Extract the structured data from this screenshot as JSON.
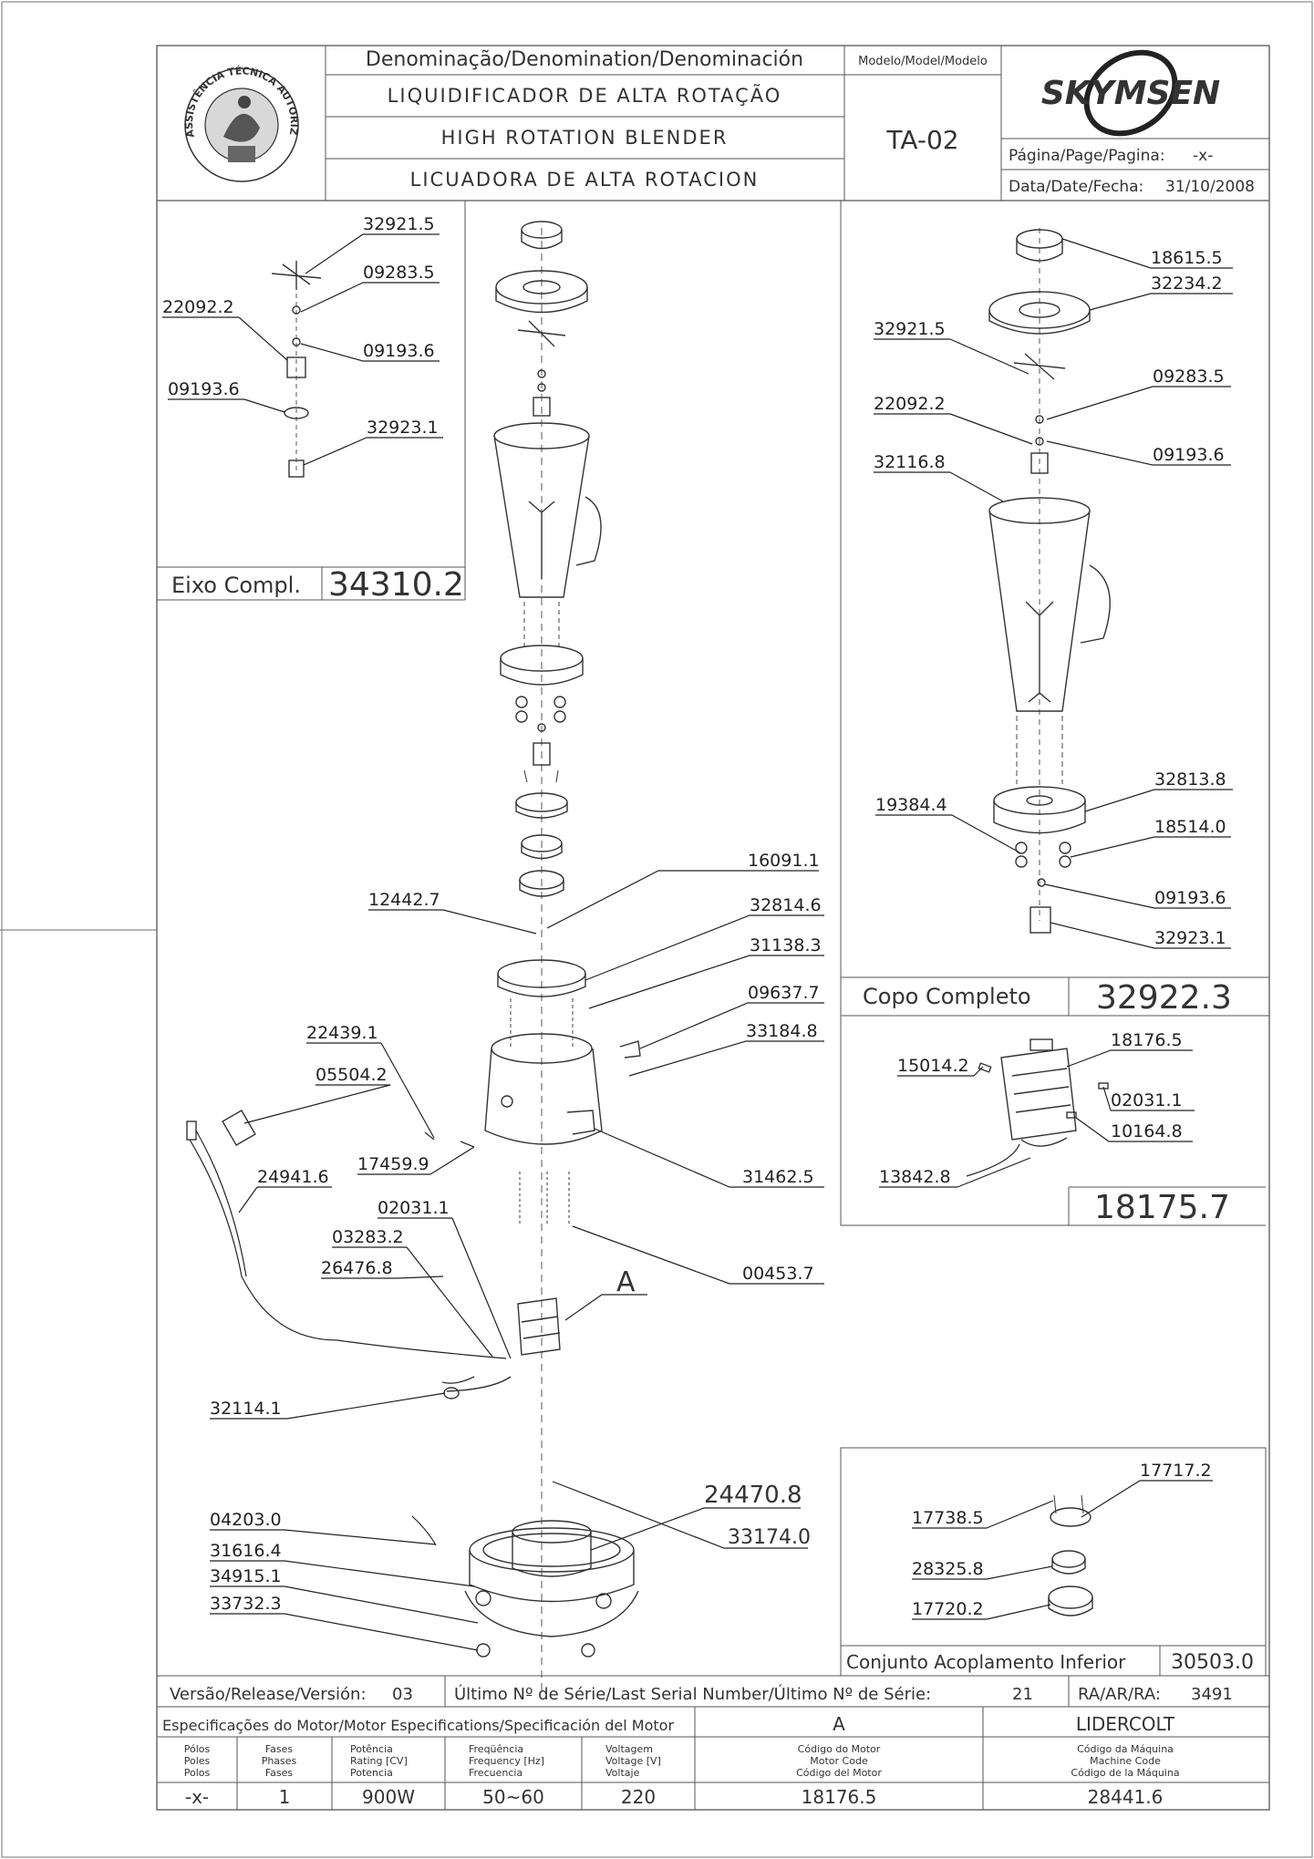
{
  "title_block": {
    "logo_text": "ASSISTÊNCIA TÉCNICA AUTORIZADA",
    "denomination_header": "Denominação/Denomination/Denominación",
    "name_pt": "LIQUIDIFICADOR DE ALTA ROTAÇÃO",
    "name_en": "HIGH ROTATION BLENDER",
    "name_es": "LICUADORA DE ALTA ROTACION",
    "model_header": "Modelo/Model/Modelo",
    "model": "TA-02",
    "brand": "SKYMSEN",
    "page_label": "Página/Page/Pagina:",
    "page_value": "-x-",
    "date_label": "Data/Date/Fecha:",
    "date_value": "31/10/2008"
  },
  "assemblies": {
    "shaft_label": "Eixo Compl.",
    "shaft_code": "34310.2",
    "cup_label": "Copo Completo",
    "cup_code": "32922.3",
    "motor_code": "18175.7",
    "coupling_label": "Conjunto Acoplamento Inferior",
    "coupling_code": "30503.0",
    "detail_marker": "A"
  },
  "shaft_parts": [
    "32921.5",
    "09283.5",
    "22092.2",
    "09193.6",
    "09193.6",
    "32923.1"
  ],
  "cup_parts": [
    "18615.5",
    "32234.2",
    "32921.5",
    "09283.5",
    "22092.2",
    "09193.6",
    "32116.8",
    "32813.8",
    "19384.4",
    "18514.0",
    "09193.6",
    "32923.1"
  ],
  "motor_parts": [
    "18176.5",
    "15014.2",
    "02031.1",
    "10164.8",
    "13842.8"
  ],
  "coupling_parts": [
    "17717.2",
    "17738.5",
    "28325.8",
    "17720.2"
  ],
  "main_parts": [
    "16091.1",
    "12442.7",
    "32814.6",
    "31138.3",
    "09637.7",
    "22439.1",
    "33184.8",
    "05504.2",
    "24941.6",
    "17459.9",
    "31462.5",
    "02031.1",
    "03283.2",
    "26476.8",
    "00453.7",
    "32114.1",
    "24470.8",
    "04203.0",
    "33174.0",
    "31616.4",
    "34915.1",
    "33732.3"
  ],
  "footer": {
    "release_label": "Versão/Release/Versión:",
    "release_value": "03",
    "serial_label": "Último Nº de Série/Last Serial Number/Último Nº de Série:",
    "serial_value": "21",
    "ra_label": "RA/AR/RA:",
    "ra_value": "3491",
    "spec_header": "Especificações do Motor/Motor Especifications/Specificación del Motor",
    "spec_a": "A",
    "spec_maker": "LIDERCOLT",
    "col_poles": [
      "Pólos",
      "Poles",
      "Polos"
    ],
    "col_phases": [
      "Fases",
      "Phases",
      "Fases"
    ],
    "col_power": [
      "Potência",
      "Rating [CV]",
      "Potencia"
    ],
    "col_freq": [
      "Freqüência",
      "Frequency [Hz]",
      "Frecuencia"
    ],
    "col_volt": [
      "Voltagem",
      "Voltage [V]",
      "Voltaje"
    ],
    "col_motor": [
      "Código do Motor",
      "Motor Code",
      "Código del Motor"
    ],
    "col_machine": [
      "Código da Máquina",
      "Machine Code",
      "Código de la Máquina"
    ],
    "val_poles": "-x-",
    "val_phases": "1",
    "val_power": "900W",
    "val_freq": "50~60",
    "val_volt": "220",
    "val_motor": "18176.5",
    "val_machine": "28441.6"
  }
}
